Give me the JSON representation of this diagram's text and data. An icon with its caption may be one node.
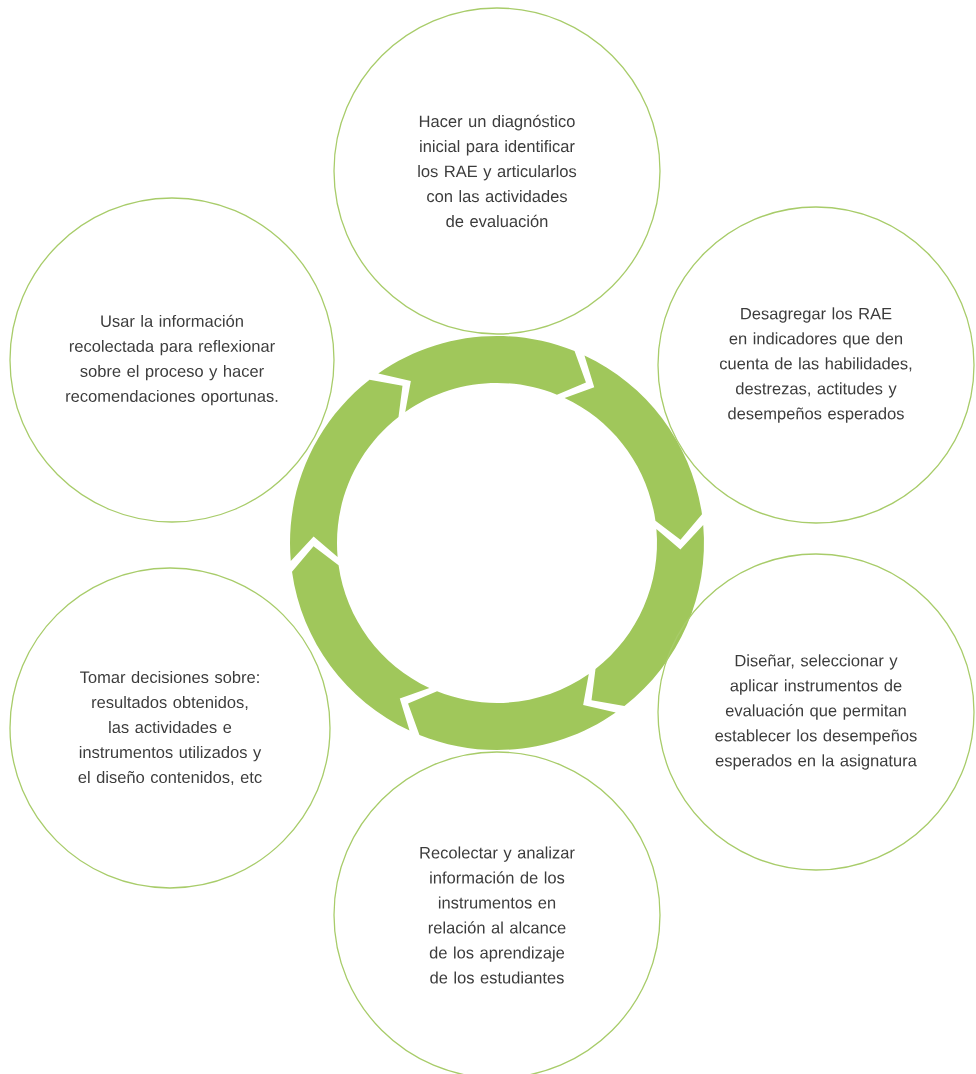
{
  "diagram": {
    "nodes": [
      {
        "text": [
          "Hacer un diagnóstico inicial para identificar los RAE y articularlos con las actividades de evaluación"
        ]
      },
      {
        "text": [
          "Desagregar los RAE en indicadores que den cuenta de las habilidades, destrezas, actitudes y desempeños esperados"
        ]
      },
      {
        "text": [
          "Diseñar, seleccionar y aplicar instrumentos de evaluación que permitan establecer los desempeños esperados en la asignatura"
        ]
      },
      {
        "text": [
          "Recolectar y analizar información de los instrumentos en relación al alcance de los aprendizaje de los estudiantes"
        ]
      },
      {
        "text": [
          "Tomar decisiones sobre: resultados obtenidos, las actividades e instrumentos utilizados y el diseño contenidos, etc"
        ]
      },
      {
        "text": [
          "Usar la información recolectada para reflexionar sobre el proceso y hacer recomendaciones oportunas."
        ]
      }
    ]
  }
}
